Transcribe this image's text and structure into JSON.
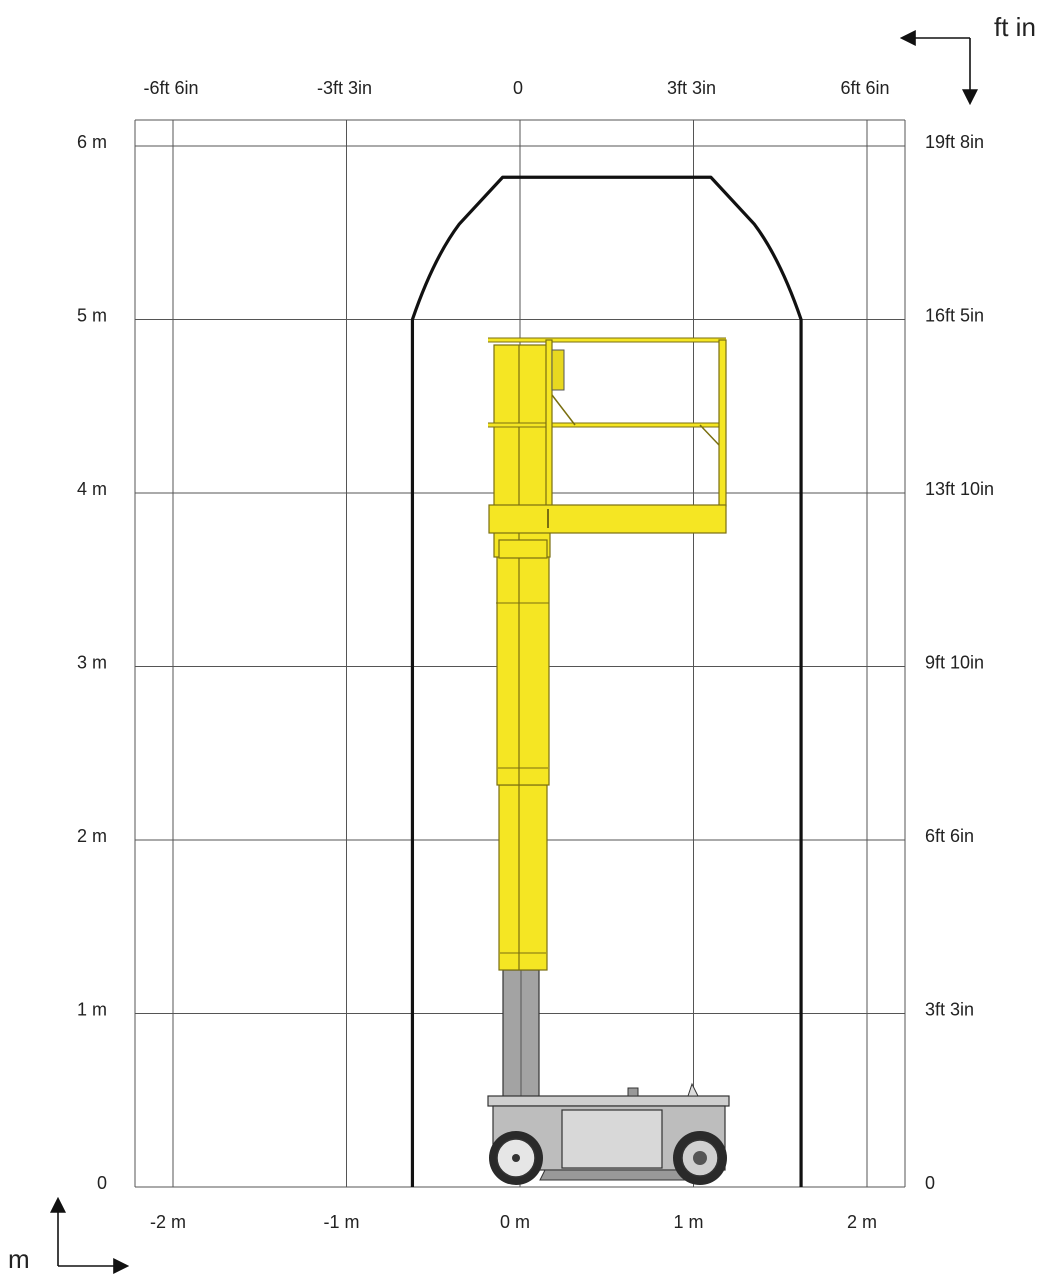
{
  "diagram": {
    "units": {
      "top_right": "ft in",
      "bottom_left": "m"
    },
    "left_axis": {
      "labels": [
        "0",
        "1 m",
        "2 m",
        "3 m",
        "4 m",
        "5 m",
        "6 m"
      ],
      "values_m": [
        0,
        1,
        2,
        3,
        4,
        5,
        6
      ]
    },
    "right_axis": {
      "labels": [
        "0",
        "3ft 3in",
        "6ft 6in",
        "9ft 10in",
        "13ft 10in",
        "16ft 5in",
        "19ft 8in"
      ],
      "values_m": [
        0,
        1,
        2,
        3,
        4,
        5,
        6
      ]
    },
    "bottom_axis": {
      "labels": [
        "-2 m",
        "-1 m",
        "0 m",
        "1 m",
        "2 m"
      ],
      "values_m": [
        -2,
        -1,
        0,
        1,
        2
      ]
    },
    "top_axis": {
      "labels": [
        "-6ft 6in",
        "-3ft 3in",
        "0",
        "3ft 3in",
        "6ft 6in"
      ],
      "values_m": [
        -2,
        -1,
        0,
        1,
        2
      ]
    },
    "envelope_outline_m": [
      [
        -0.62,
        0.0
      ],
      [
        -0.62,
        5.0
      ],
      [
        -0.35,
        5.55
      ],
      [
        -0.1,
        5.82
      ],
      [
        1.1,
        5.82
      ],
      [
        1.35,
        5.55
      ],
      [
        1.62,
        5.0
      ],
      [
        1.62,
        0.0
      ]
    ],
    "colors": {
      "boom_yellow": "#f5e623",
      "boom_edge": "#7a6f10",
      "mast_gray": "#a3a3a3",
      "base_gray": "#bdbdbd",
      "outline": "#111111",
      "grid": "#555555"
    }
  }
}
